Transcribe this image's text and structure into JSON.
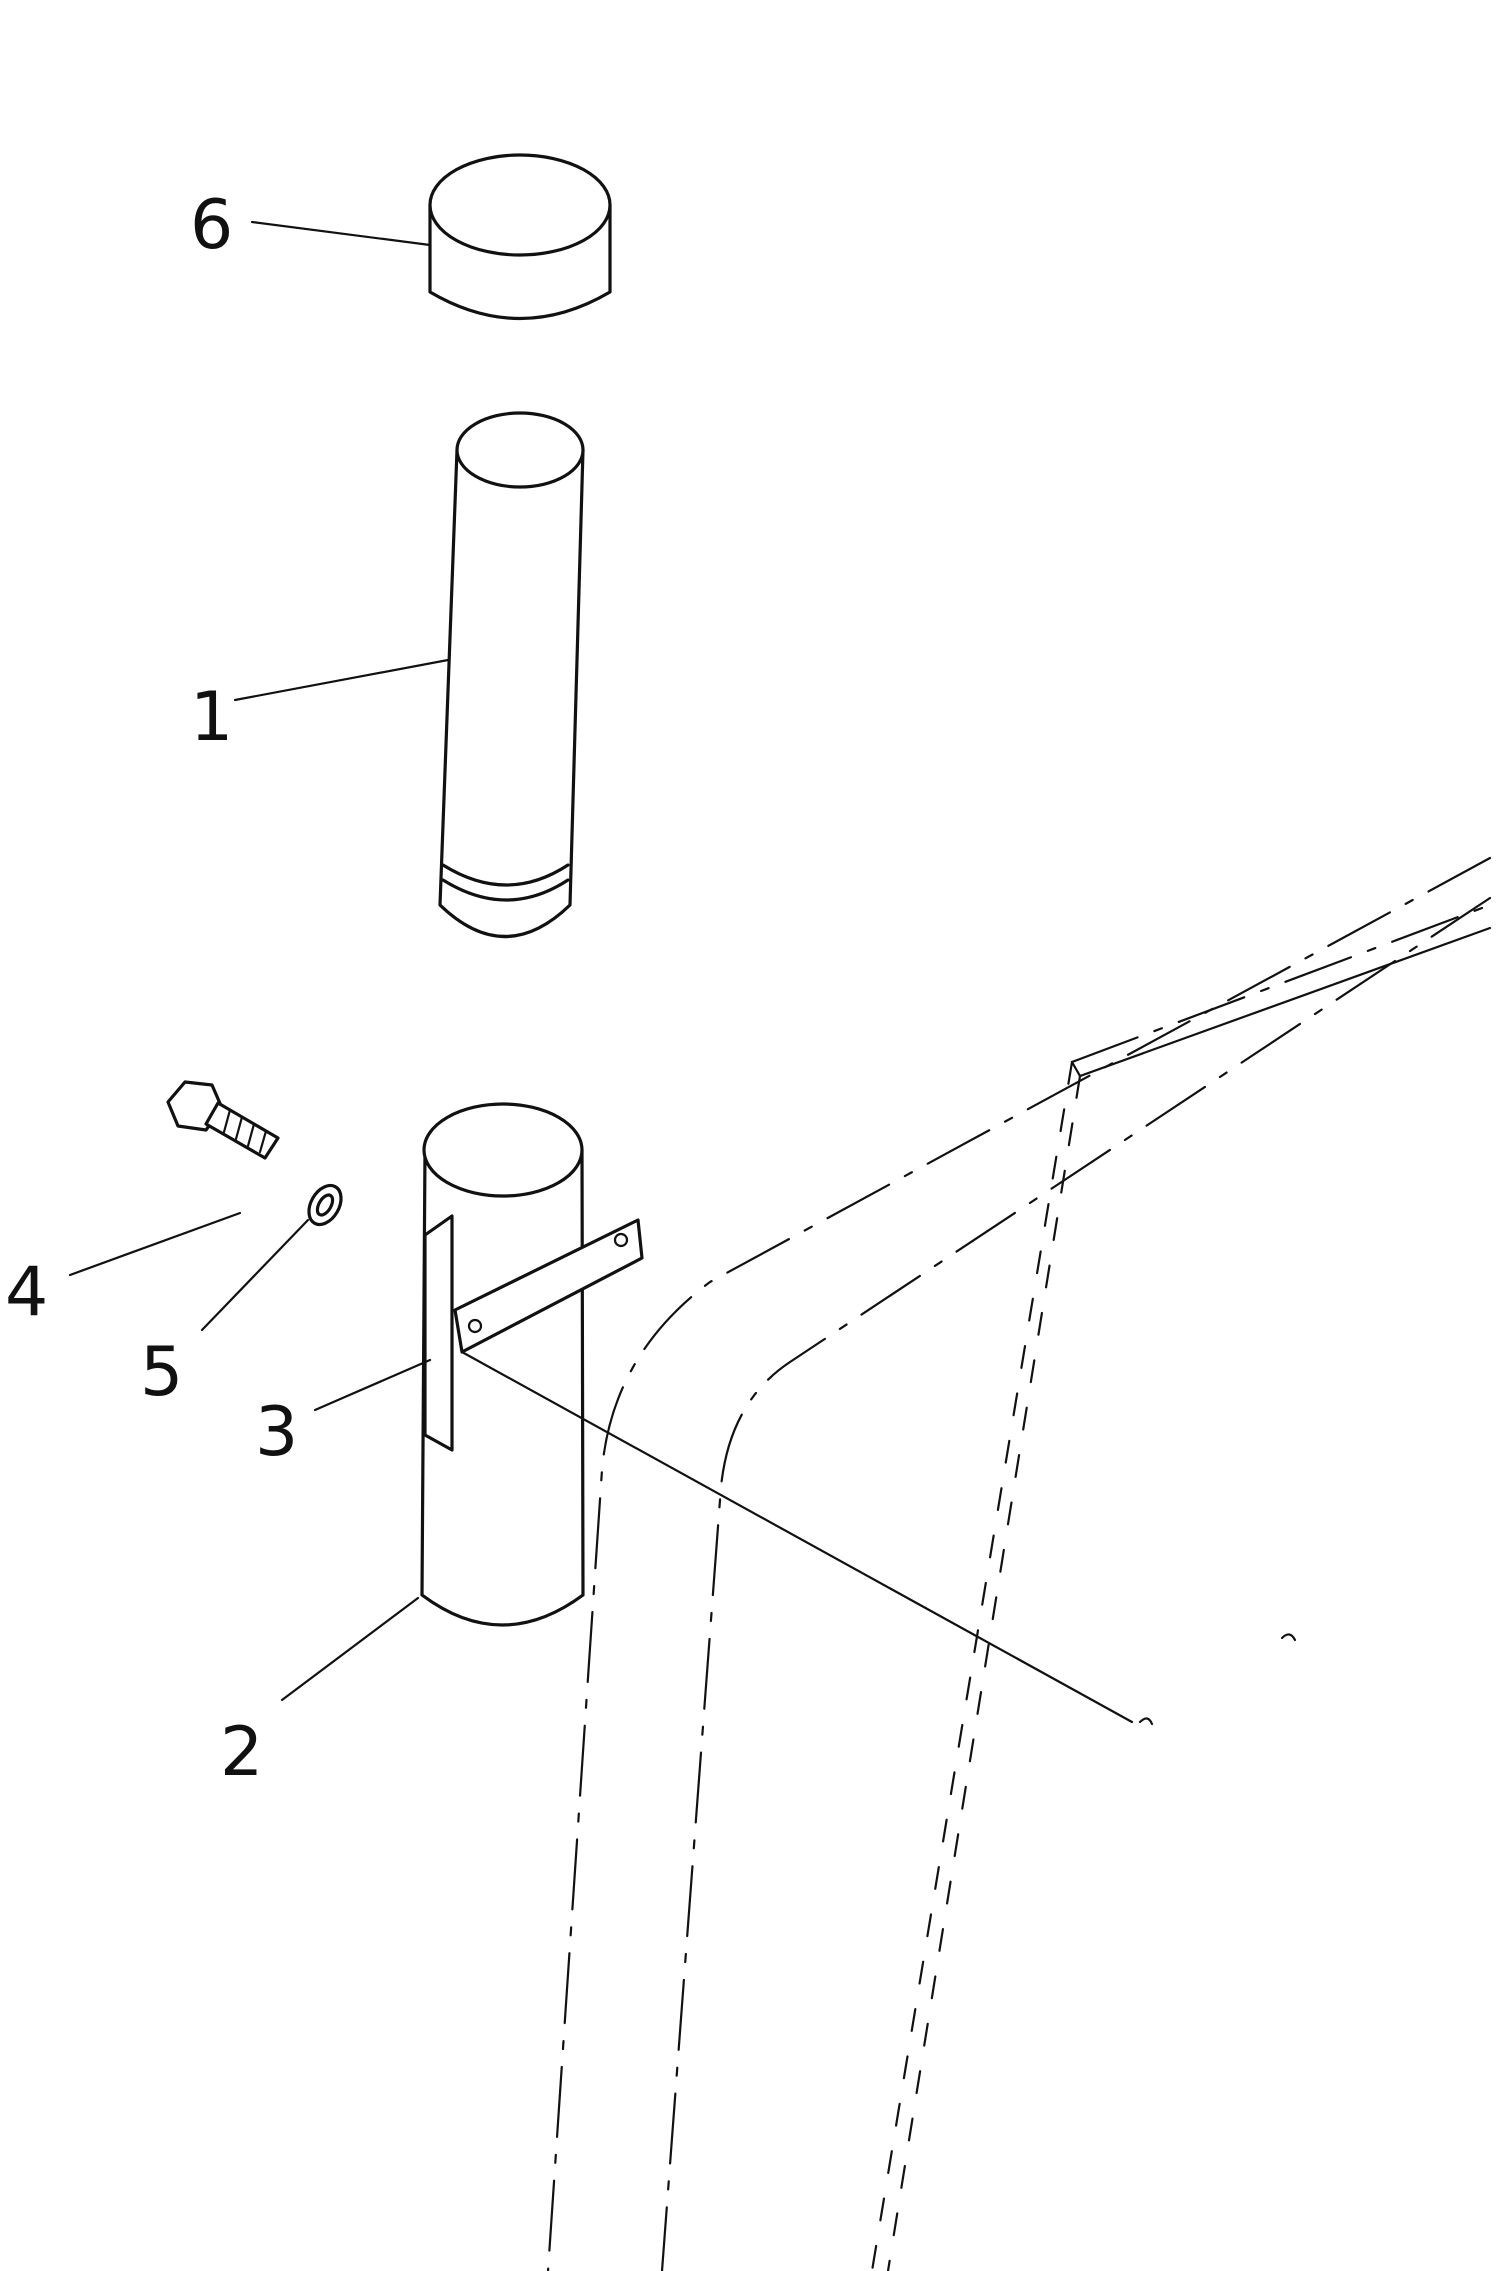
{
  "figure": {
    "type": "exploded parts drawing",
    "colors": {
      "ink": "#111111",
      "background": "#ffffff"
    },
    "callouts": [
      {
        "id": "callout-6",
        "label": "6"
      },
      {
        "id": "callout-1",
        "label": "1"
      },
      {
        "id": "callout-4",
        "label": "4"
      },
      {
        "id": "callout-5",
        "label": "5"
      },
      {
        "id": "callout-3",
        "label": "3"
      },
      {
        "id": "callout-2",
        "label": "2"
      }
    ]
  }
}
